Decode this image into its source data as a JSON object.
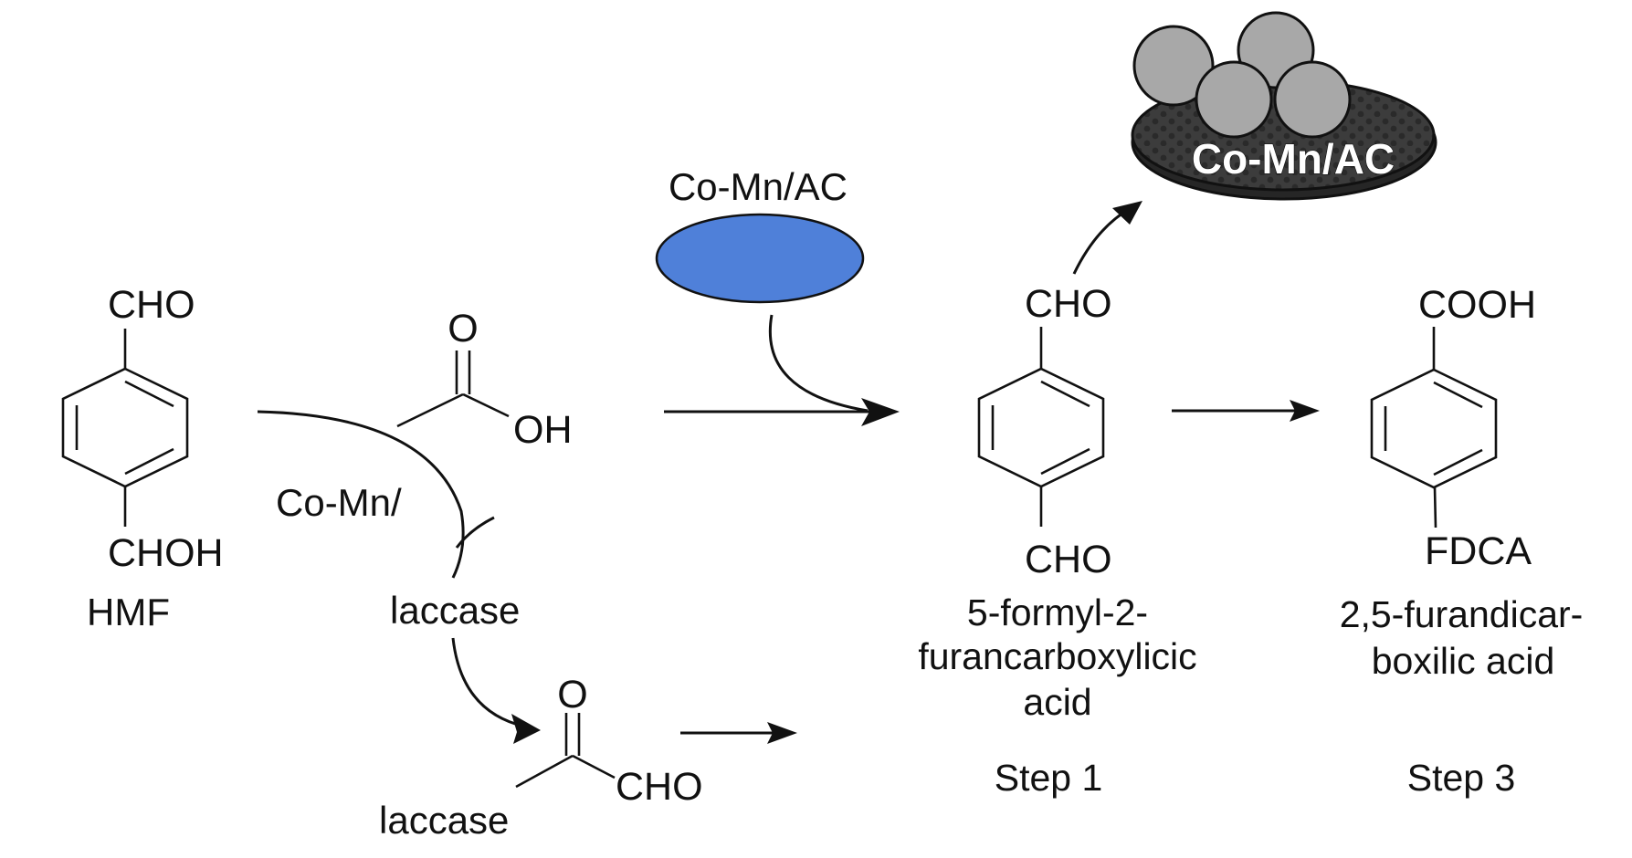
{
  "colors": {
    "catalyst_ellipse": "#4f80d9",
    "support_disc": "#3a3a3a",
    "particle": "#a8a8a8",
    "ink": "#111111",
    "white_label": "#ffffff"
  },
  "catalyst_graphic": {
    "label": "Co-Mn/AC",
    "particle_count": 4
  },
  "catalyst_top_label": "Co-Mn/AC",
  "hmf": {
    "top_group": "CHO",
    "bottom_group": "CHOH",
    "name": "HMF"
  },
  "acetic_acid": {
    "oxygen": "O",
    "hydroxyl": "OH"
  },
  "side_labels": {
    "co_mn": "Co-Mn/",
    "laccase_mid": "laccase",
    "laccase_bottom": "laccase"
  },
  "methylglyoxal": {
    "oxygen": "O",
    "group": "CHO"
  },
  "ffca": {
    "top_group": "CHO",
    "bottom_group": "CHO",
    "name_lines": [
      "5-formyl-2-",
      "furancarboxylicic",
      "acid"
    ],
    "step": "Step 1"
  },
  "fdca": {
    "top_group": "COOH",
    "bottom_group": "FDCA",
    "name_lines": [
      "2,5-furandicar-",
      "boxilic acid"
    ],
    "step": "Step 3"
  }
}
